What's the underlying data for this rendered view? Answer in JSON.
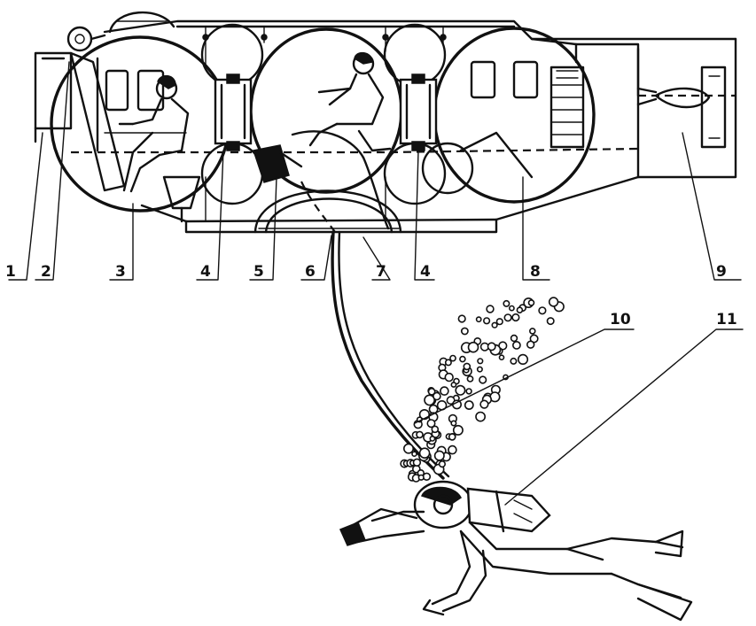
{
  "figure": {
    "labels": [
      {
        "id": "l1",
        "text": "1"
      },
      {
        "id": "l2",
        "text": "2"
      },
      {
        "id": "l3",
        "text": "3"
      },
      {
        "id": "l4a",
        "text": "4"
      },
      {
        "id": "l5",
        "text": "5"
      },
      {
        "id": "l6",
        "text": "6"
      },
      {
        "id": "l7",
        "text": "7"
      },
      {
        "id": "l4b",
        "text": "4"
      },
      {
        "id": "l8",
        "text": "8"
      },
      {
        "id": "l9",
        "text": "9"
      },
      {
        "id": "l10",
        "text": "10"
      },
      {
        "id": "l11",
        "text": "11"
      }
    ],
    "ink_color": "#111111",
    "paper_color": "#ffffff"
  }
}
